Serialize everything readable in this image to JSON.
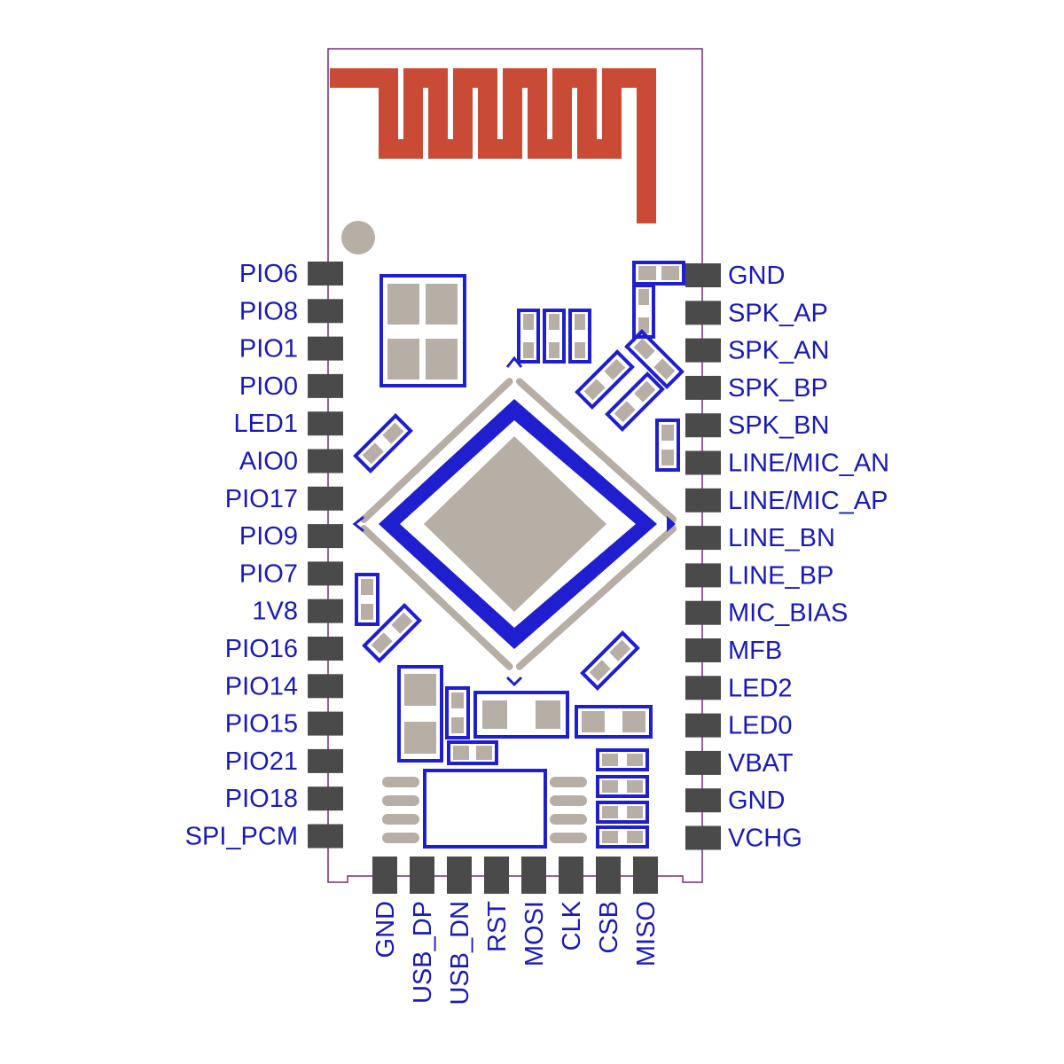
{
  "colors": {
    "outline": "#7a2a7a",
    "antenna": "#c94a35",
    "silkscreen": "#1f1fd0",
    "pad": "#b7aea6",
    "pin": "#4a4a4a",
    "label": "#1a1ab8"
  },
  "left_pins": [
    "PIO6",
    "PIO8",
    "PIO1",
    "PIO0",
    "LED1",
    "AIO0",
    "PIO17",
    "PIO9",
    "PIO7",
    "1V8",
    "PIO16",
    "PIO14",
    "PIO15",
    "PIO21",
    "PIO18",
    "SPI_PCM"
  ],
  "right_pins": [
    "GND",
    "SPK_AP",
    "SPK_AN",
    "SPK_BP",
    "SPK_BN",
    "LINE/MIC_AN",
    "LINE/MIC_AP",
    "LINE_BN",
    "LINE_BP",
    "MIC_BIAS",
    "MFB",
    "LED2",
    "LED0",
    "VBAT",
    "GND",
    "VCHG"
  ],
  "bottom_pins": [
    "GND",
    "USB_DP",
    "USB_DN",
    "RST",
    "MOSI",
    "CLK",
    "CSB",
    "MISO"
  ]
}
